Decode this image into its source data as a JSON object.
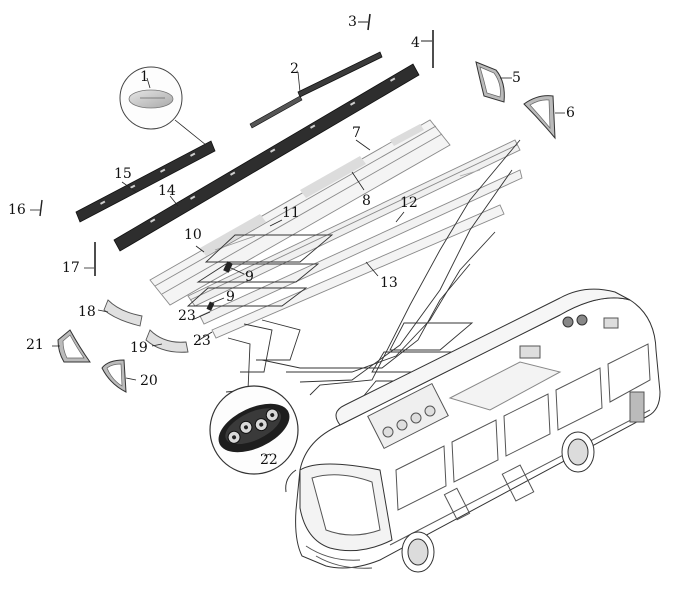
{
  "callouts": [
    {
      "id": "c1",
      "text": "1"
    },
    {
      "id": "c2",
      "text": "2"
    },
    {
      "id": "c3",
      "text": "3"
    },
    {
      "id": "c4",
      "text": "4"
    },
    {
      "id": "c5",
      "text": "5"
    },
    {
      "id": "c6",
      "text": "6"
    },
    {
      "id": "c7",
      "text": "7"
    },
    {
      "id": "c8",
      "text": "8"
    },
    {
      "id": "c9a",
      "text": "9"
    },
    {
      "id": "c9b",
      "text": "9"
    },
    {
      "id": "c10",
      "text": "10"
    },
    {
      "id": "c11",
      "text": "11"
    },
    {
      "id": "c12",
      "text": "12"
    },
    {
      "id": "c13",
      "text": "13"
    },
    {
      "id": "c14",
      "text": "14"
    },
    {
      "id": "c15",
      "text": "15"
    },
    {
      "id": "c16",
      "text": "16"
    },
    {
      "id": "c17",
      "text": "17"
    },
    {
      "id": "c18",
      "text": "18"
    },
    {
      "id": "c19",
      "text": "19"
    },
    {
      "id": "c20",
      "text": "20"
    },
    {
      "id": "c21",
      "text": "21"
    },
    {
      "id": "c22",
      "text": "22"
    },
    {
      "id": "c23a",
      "text": "23"
    },
    {
      "id": "c23b",
      "text": "23"
    }
  ]
}
